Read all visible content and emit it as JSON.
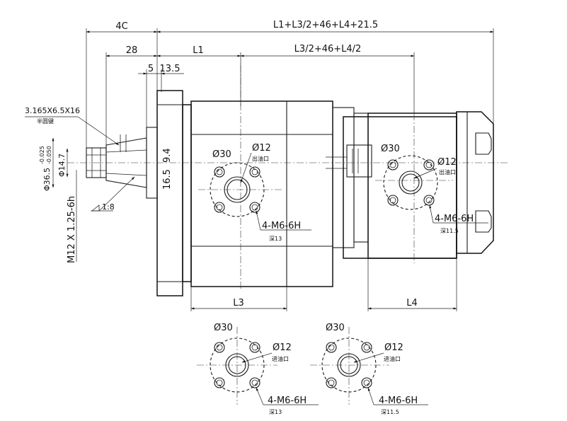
{
  "dimensions": {
    "overall_length": "L1+L3/2+46+L4+21.5",
    "shaft_overall": "4C",
    "shaft_length": "28",
    "shaft_start": "5",
    "flange_thickness": "13.5",
    "first_section": "L1",
    "second_section": "L3/2+46+L4/2",
    "key_spec": "3.165X6.5X16",
    "key_name": "半圆键",
    "shaft_diameter": "Φ36.5",
    "shaft_tol_upper": "-0.025",
    "shaft_tol_lower": "-0.050",
    "shaft_inner": "Φ14.7",
    "thread": "M12 X 1.25-6h",
    "taper": "1:8",
    "offset_a": "16.5",
    "offset_b": "9.4",
    "body1_length": "L3",
    "body2_length": "L4"
  },
  "port_main": {
    "diameter": "Ø30",
    "port_diameter": "Ø12",
    "port_name": "出油口",
    "thread_spec": "4-M6-6H",
    "depth": "深13"
  },
  "port_second": {
    "diameter": "Ø30",
    "port_diameter": "Ø12",
    "port_name": "出油口",
    "thread_spec": "4-M6-6H",
    "depth": "深11.5"
  },
  "detail_left": {
    "diameter": "Ø30",
    "port_diameter": "Ø12",
    "port_name": "进油口",
    "thread_spec": "4-M6-6H",
    "depth": "深13"
  },
  "detail_right": {
    "diameter": "Ø30",
    "port_diameter": "Ø12",
    "port_name": "进油口",
    "thread_spec": "4-M6-6H",
    "depth": "深11.5"
  }
}
